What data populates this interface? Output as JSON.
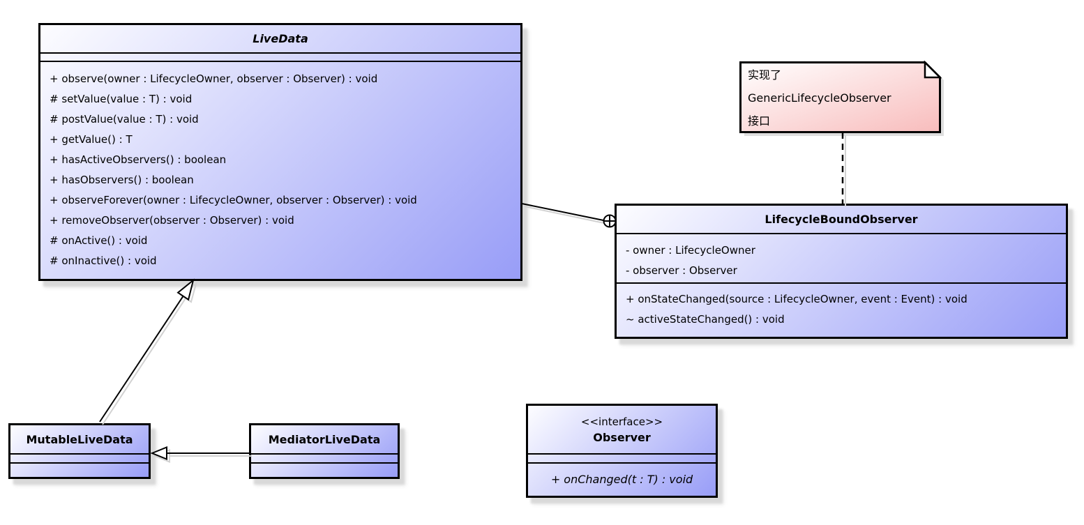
{
  "diagram_type": "uml-class-diagram",
  "classes": {
    "livedata": {
      "title": "LiveData",
      "abstract": true,
      "attributes": [],
      "methods": [
        "+ observe(owner : LifecycleOwner, observer : Observer) : void",
        "# setValue(value : T) : void",
        "# postValue(value : T) : void",
        "+ getValue() : T",
        "+ hasActiveObservers() : boolean",
        "+ hasObservers() : boolean",
        "+ observeForever(owner : LifecycleOwner, observer : Observer) : void",
        "+ removeObserver(observer : Observer) : void",
        "# onActive() : void",
        "# onInactive() : void"
      ]
    },
    "lifecycle_bound_observer": {
      "title": "LifecycleBoundObserver",
      "attributes": [
        "- owner : LifecycleOwner",
        "- observer : Observer"
      ],
      "methods": [
        "+ onStateChanged(source : LifecycleOwner, event : Event) : void",
        "~ activeStateChanged() : void"
      ]
    },
    "mutable_livedata": {
      "title": "MutableLiveData"
    },
    "mediator_livedata": {
      "title": "MediatorLiveData"
    },
    "observer": {
      "stereotype": "<<interface>>",
      "title": "Observer",
      "methods": [
        "+ onChanged(t : T) : void"
      ]
    }
  },
  "note": {
    "lines": [
      "实现了",
      "GenericLifecycleObserver",
      "接口"
    ]
  },
  "relationships": {
    "mutable_extends_livedata": "generalization",
    "mediator_extends_mutable": "generalization",
    "livedata_nested_lifecycleboundobserver": "nested-class-anchor",
    "note_attached_to_lifecycleboundobserver": "dashed-note-link"
  },
  "colors": {
    "class_grad_start": "#fdfdff",
    "class_grad_end": "#989df7",
    "note_grad_start": "#ffffff",
    "note_grad_end": "#f8bcbc",
    "border": "#000000",
    "shadow": "#d9d9d9"
  }
}
